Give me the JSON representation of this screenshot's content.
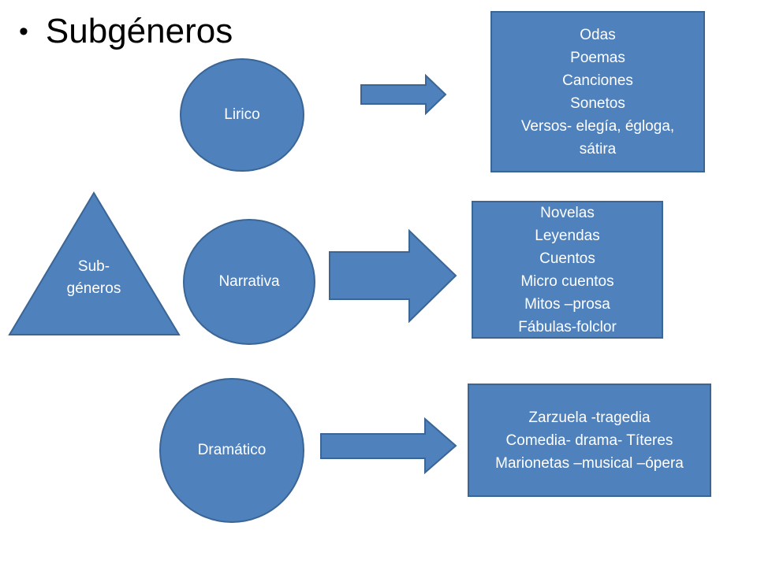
{
  "title": "Subgéneros",
  "triangle": {
    "label_line1": "Sub-",
    "label_line2": "géneros"
  },
  "categories": [
    {
      "label": "Lirico",
      "items": [
        "Odas",
        "Poemas",
        "Canciones",
        "Sonetos",
        "Versos- elegía,  égloga,",
        "sátira"
      ]
    },
    {
      "label": "Narrativa",
      "items": [
        "Novelas",
        "Leyendas",
        "Cuentos",
        "Micro cuentos",
        "Mitos –prosa",
        "Fábulas-folclor"
      ]
    },
    {
      "label": "Dramático",
      "items": [
        "Zarzuela -tragedia",
        "Comedia- drama- Títeres",
        "Marionetas –musical –ópera"
      ]
    }
  ],
  "colors": {
    "fill": "#4f81bd",
    "stroke": "#3a6595",
    "text": "#ffffff"
  }
}
